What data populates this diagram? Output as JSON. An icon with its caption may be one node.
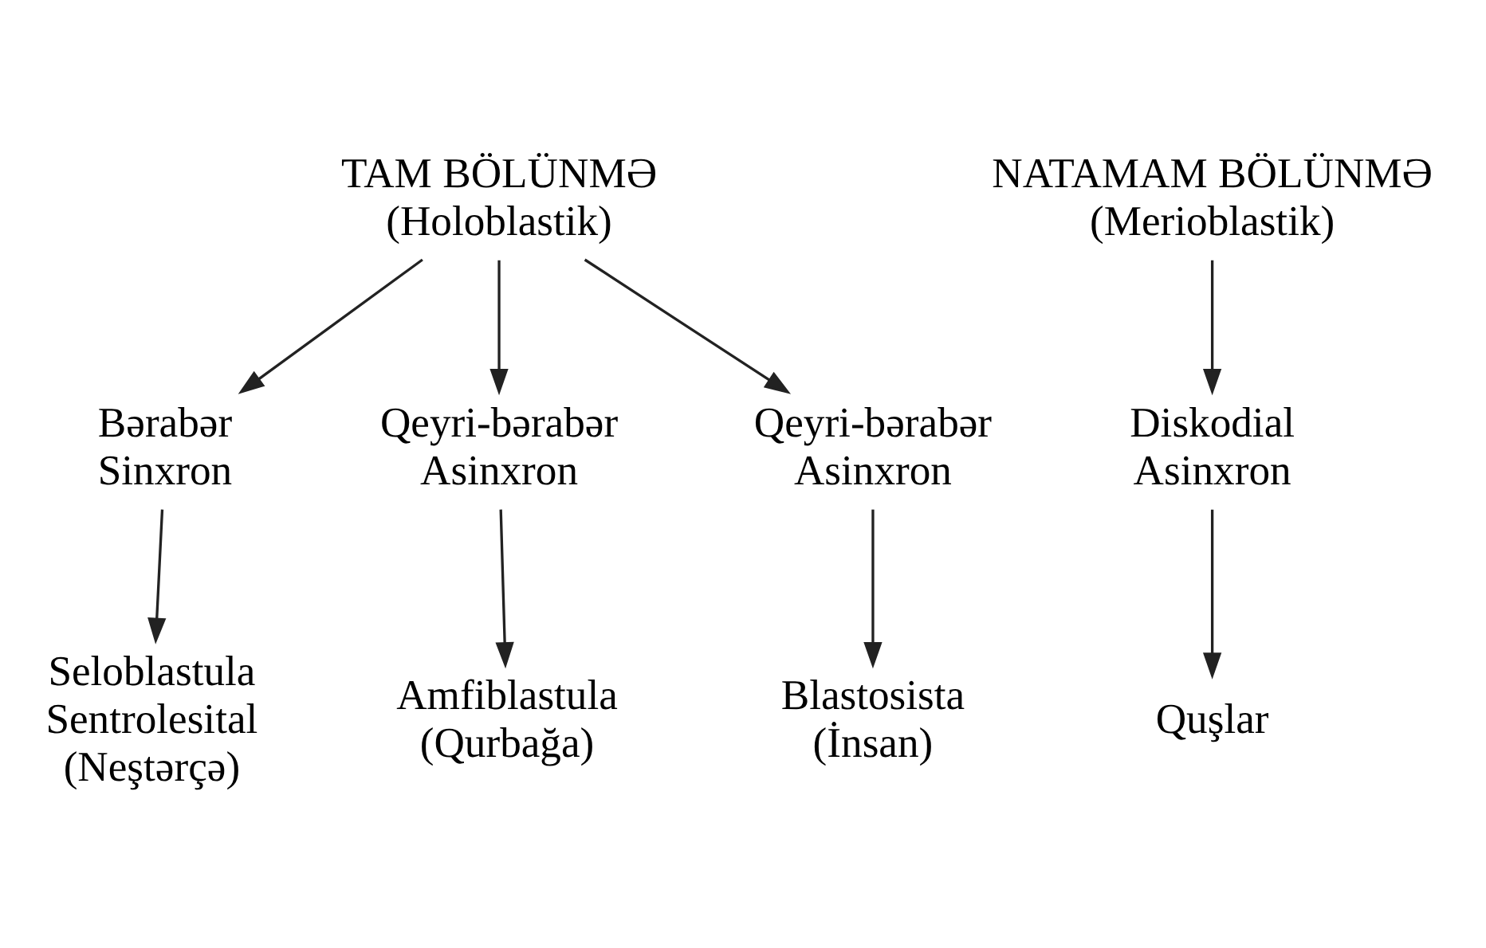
{
  "diagram": {
    "nodes": [
      {
        "text": [
          "TAM BÖLÜNMƏ (Holoblastik)"
        ]
      },
      {
        "text": [
          "NATAMAM BÖLÜNMƏ (Merioblastik)"
        ]
      },
      {
        "text": [
          "Bərabər Sinxron"
        ]
      },
      {
        "text": [
          "Qeyri-bərabər Asinxron"
        ]
      },
      {
        "text": [
          "Qeyri-bərabər Asinxron"
        ]
      },
      {
        "text": [
          "Diskodial Asinxron"
        ]
      },
      {
        "text": [
          "Seloblastula Sentrolesital (Neştərçə)"
        ]
      },
      {
        "text": [
          "Amfiblastula (Qurbağa)"
        ]
      },
      {
        "text": [
          "Blastosista (İnsan)"
        ]
      },
      {
        "text": [
          "Quşlar"
        ]
      }
    ],
    "edges": [
      {
        "from": 0,
        "to": 2,
        "arrow": "to"
      },
      {
        "from": 0,
        "to": 3,
        "arrow": "to"
      },
      {
        "from": 0,
        "to": 4,
        "arrow": "to"
      },
      {
        "from": 1,
        "to": 5,
        "arrow": "to"
      },
      {
        "from": 2,
        "to": 6,
        "arrow": "to"
      },
      {
        "from": 3,
        "to": 7,
        "arrow": "to"
      },
      {
        "from": 4,
        "to": 8,
        "arrow": "to"
      },
      {
        "from": 5,
        "to": 9,
        "arrow": "to"
      }
    ]
  }
}
